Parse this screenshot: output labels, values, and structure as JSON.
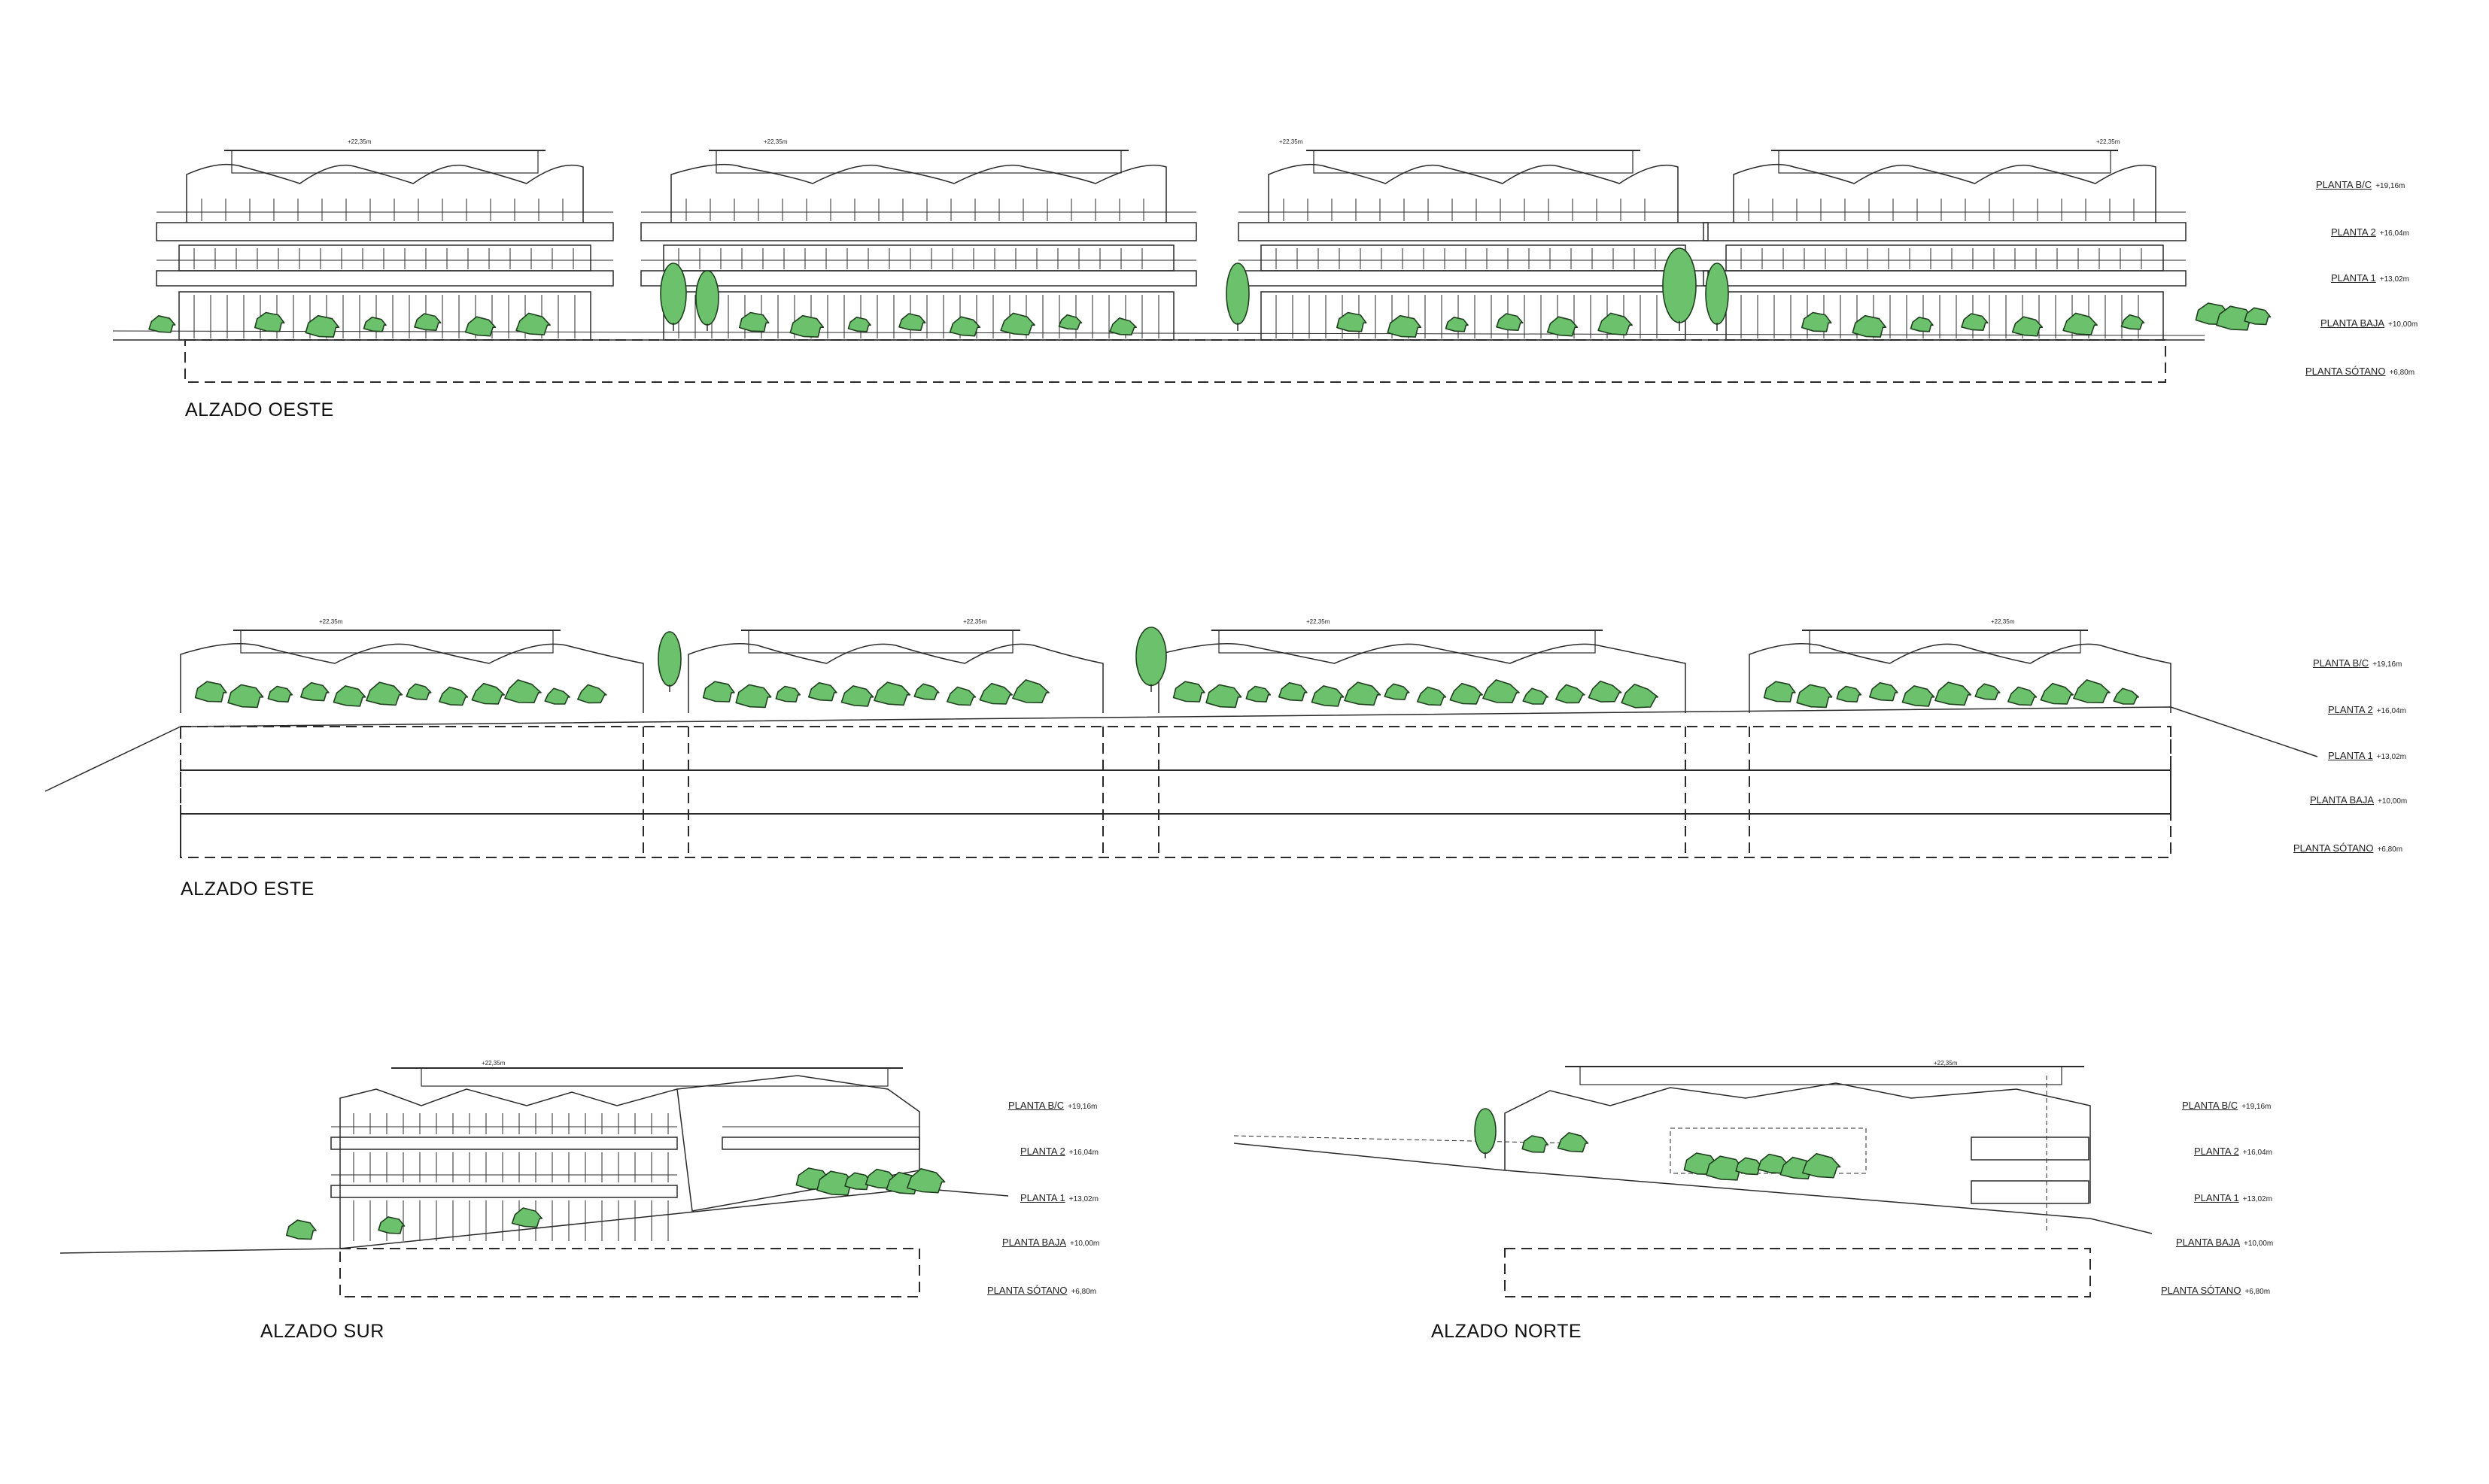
{
  "elevations": {
    "oeste": {
      "title": "ALZADO OESTE",
      "top_mark": "+22,35m",
      "levels": [
        {
          "name": "PLANTA B/C",
          "elev": "+19,16m"
        },
        {
          "name": "PLANTA 2",
          "elev": "+16,04m"
        },
        {
          "name": "PLANTA 1",
          "elev": "+13,02m"
        },
        {
          "name": "PLANTA BAJA",
          "elev": "+10,00m"
        },
        {
          "name": "PLANTA SÓTANO",
          "elev": "+6,80m"
        }
      ]
    },
    "este": {
      "title": "ALZADO ESTE",
      "top_mark": "+22,35m",
      "levels": [
        {
          "name": "PLANTA B/C",
          "elev": "+19,16m"
        },
        {
          "name": "PLANTA 2",
          "elev": "+16,04m"
        },
        {
          "name": "PLANTA 1",
          "elev": "+13,02m"
        },
        {
          "name": "PLANTA BAJA",
          "elev": "+10,00m"
        },
        {
          "name": "PLANTA SÓTANO",
          "elev": "+6,80m"
        }
      ]
    },
    "sur": {
      "title": "ALZADO SUR",
      "top_mark": "+22,35m",
      "levels": [
        {
          "name": "PLANTA B/C",
          "elev": "+19,16m"
        },
        {
          "name": "PLANTA 2",
          "elev": "+16,04m"
        },
        {
          "name": "PLANTA 1",
          "elev": "+13,02m"
        },
        {
          "name": "PLANTA BAJA",
          "elev": "+10,00m"
        },
        {
          "name": "PLANTA SÓTANO",
          "elev": "+6,80m"
        }
      ]
    },
    "norte": {
      "title": "ALZADO NORTE",
      "top_mark": "+22,35m",
      "levels": [
        {
          "name": "PLANTA B/C",
          "elev": "+19,16m"
        },
        {
          "name": "PLANTA 2",
          "elev": "+16,04m"
        },
        {
          "name": "PLANTA 1",
          "elev": "+13,02m"
        },
        {
          "name": "PLANTA BAJA",
          "elev": "+10,00m"
        },
        {
          "name": "PLANTA SÓTANO",
          "elev": "+6,80m"
        }
      ]
    }
  },
  "colors": {
    "line": "#2a2a2a",
    "tree_fill": "#6cc26c",
    "tree_stroke": "#1f3f1f",
    "background": "#ffffff"
  }
}
